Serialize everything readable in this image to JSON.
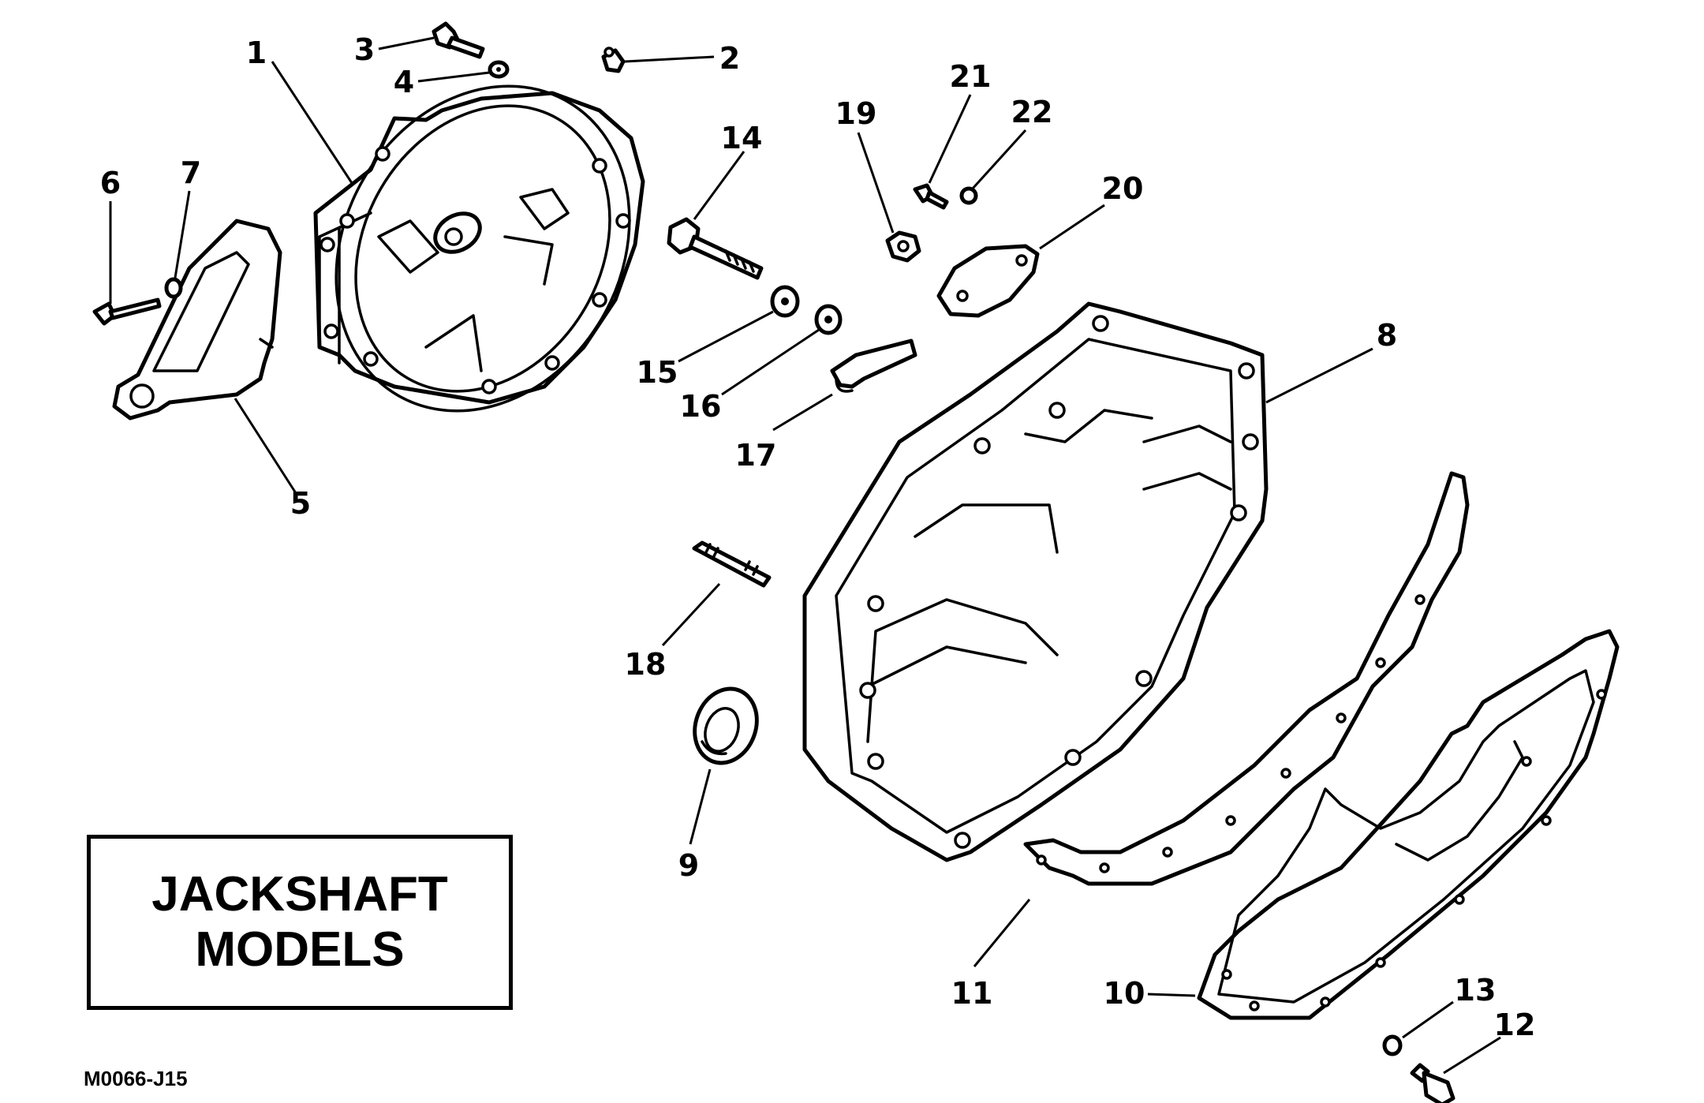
{
  "title_box": {
    "line1": "JACKSHAFT",
    "line2": "MODELS"
  },
  "figure_code": "M0066-J15",
  "callouts": {
    "n1": "1",
    "n2": "2",
    "n3": "3",
    "n4": "4",
    "n5": "5",
    "n6": "6",
    "n7": "7",
    "n8": "8",
    "n9": "9",
    "n10": "10",
    "n11": "11",
    "n12": "12",
    "n13": "13",
    "n14": "14",
    "n15": "15",
    "n16": "16",
    "n17": "17",
    "n18": "18",
    "n19": "19",
    "n20": "20",
    "n21": "21",
    "n22": "22"
  }
}
